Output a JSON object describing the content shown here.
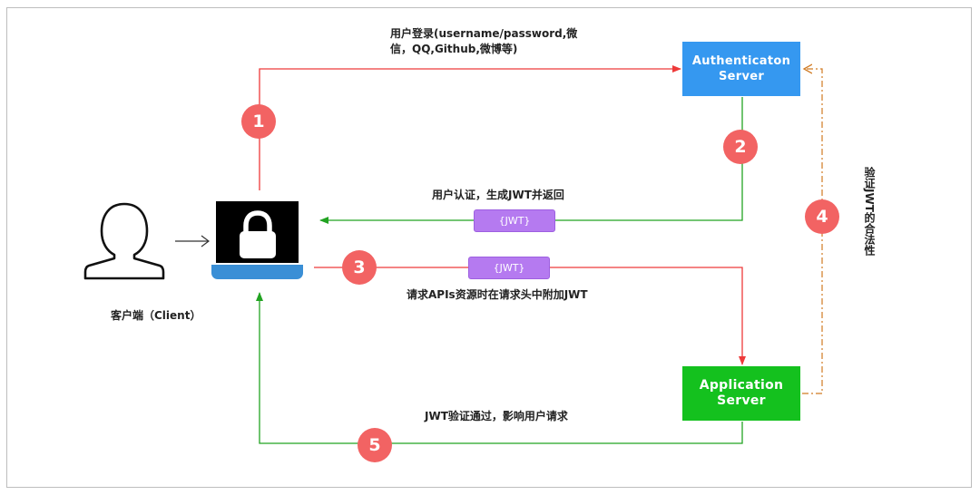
{
  "servers": {
    "auth": "Authenticaton\nServer",
    "app": "Application\nServer"
  },
  "client_label": "客户端（Client）",
  "steps": [
    {
      "num": "1",
      "label": "用户登录(username/password,微信，QQ,Github,微博等)"
    },
    {
      "num": "2",
      "label": "用户认证，生成JWT并返回"
    },
    {
      "num": "3",
      "label": "请求APIs资源时在请求头中附加JWT"
    },
    {
      "num": "4",
      "label": "验证JWT的合法性"
    },
    {
      "num": "5",
      "label": "JWT验证通过，影响用户请求"
    }
  ],
  "tokens": {
    "returned": "{JWT}",
    "attached": "{JWT}"
  },
  "colors": {
    "auth_server": "#3598f0",
    "app_server": "#14c11e",
    "badge": "#f26363",
    "token": "#b57af0",
    "red_arrow": "#ee3a3a",
    "green_arrow": "#22a322",
    "dashed_arrow": "#d07a22"
  },
  "icons": {
    "client": "user-icon",
    "device": "laptop-lock-icon"
  }
}
